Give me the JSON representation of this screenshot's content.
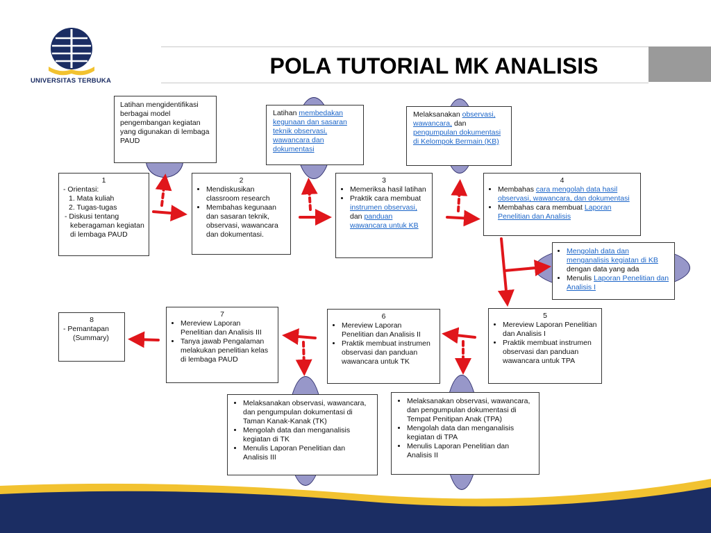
{
  "header": {
    "title": "POLA TUTORIAL MK ANALISIS",
    "logo_text": "UNIVERSITAS TERBUKA",
    "logo_icon": "universitas-terbuka-emblem"
  },
  "colors": {
    "title_band": "#9a9a9a",
    "oval_fill": "#9797c9",
    "arrow_red": "#e0161b",
    "footer_navy": "#1b2d63",
    "footer_gold": "#f2c230",
    "link": "#1a64c8"
  },
  "boxes": {
    "b1": {
      "num": "1",
      "lines": [
        "- Orientasi:",
        "1. Mata kuliah",
        "2. Tugas-tugas",
        "- Diskusi tentang keberagaman kegiatan di lembaga PAUD"
      ]
    },
    "b2": {
      "num": "2",
      "items": [
        "Mendiskusikan classroom research",
        "Membahas kegunaan dan sasaran teknik, observasi, wawancara dan dokumentasi."
      ]
    },
    "b3": {
      "num": "3",
      "i1": "Memeriksa hasil latihan",
      "i2_pre": "Praktik cara membuat ",
      "i2_link1": "instrumen observasi,",
      "i2_mid": " dan ",
      "i2_link2": "panduan wawancara untuk KB"
    },
    "b4": {
      "num": "4",
      "i1_pre": "Membahas ",
      "i1_link": "cara mengolah data hasil observasi, wawancara, dan dokumentasi",
      "i2_pre": "Membahas cara membuat ",
      "i2_link": "Laporan Penelitian dan Analisis"
    },
    "b5": {
      "num": "5",
      "items": [
        "Mereview Laporan Penelitian dan Analisis I",
        "Praktik membuat instrumen observasi dan panduan wawancara untuk TPA"
      ]
    },
    "b6": {
      "num": "6",
      "items": [
        "Mereview Laporan Penelitian dan Analisis II",
        "Praktik membuat instrumen observasi dan panduan wawancara untuk TK"
      ]
    },
    "b7": {
      "num": "7",
      "items": [
        "Mereview Laporan Penelitian dan Analisis III",
        "Tanya jawab Pengalaman melakukan penelitian kelas di lembaga PAUD"
      ]
    },
    "b8": {
      "num": "8",
      "lines": [
        "- Pemantapan",
        "(Summary)"
      ]
    }
  },
  "notes": {
    "n1": "Latihan mengidentifikasi berbagai model pengembangan kegiatan yang digunakan di lembaga PAUD",
    "n2": {
      "pre": "Latihan ",
      "link": "membedakan kegunaan dan sasaran teknik observasi, wawancara dan dokumentasi"
    },
    "n3": {
      "pre": "Melaksanakan ",
      "link1": "observasi, wawancara,",
      "mid": " dan ",
      "link2": "pengumpulan dokumentasi di Kelompok Bermain (KB)"
    },
    "n4": {
      "i1_link": "Mengolah data dan menganalisis kegiatan di KB",
      "i1_post": " dengan data yang ada",
      "i2_pre": "Menulis ",
      "i2_link": "Laporan Penelitian dan Analisis I"
    },
    "n5": {
      "items": [
        "Melaksanakan observasi, wawancara, dan pengumpulan dokumentasi di Tempat Penitipan Anak (TPA)",
        "Mengolah data dan menganalisis kegiatan di TPA",
        "Menulis Laporan Penelitian dan Analisis II"
      ]
    },
    "n6": {
      "items": [
        "Melaksanakan observasi, wawancara, dan pengumpulan dokumentasi di Taman Kanak-Kanak (TK)",
        "Mengolah data dan menganalisis kegiatan di TK",
        "Menulis Laporan Penelitian dan Analisis III"
      ]
    }
  }
}
